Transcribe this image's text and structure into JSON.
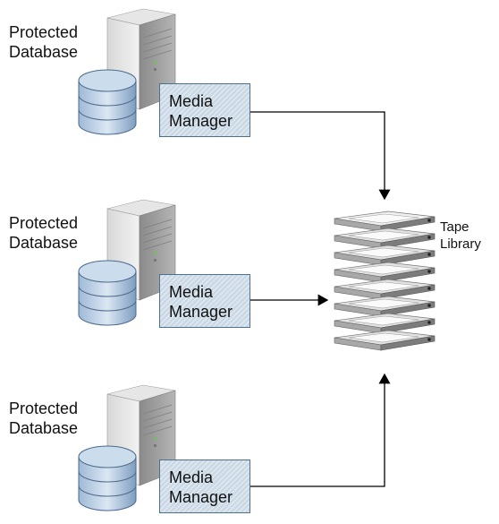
{
  "nodes": [
    {
      "label_line1": "Protected",
      "label_line2": "Database",
      "mm_line1": "Media",
      "mm_line2": "Manager"
    },
    {
      "label_line1": "Protected",
      "label_line2": "Database",
      "mm_line1": "Media",
      "mm_line2": "Manager"
    },
    {
      "label_line1": "Protected",
      "label_line2": "Database",
      "mm_line1": "Media",
      "mm_line2": "Manager"
    }
  ],
  "tape_library": {
    "line1": "Tape",
    "line2": "Library"
  },
  "icons": {
    "server": "server-tower-icon",
    "database": "database-cylinder-icon",
    "tape": "tape-library-icon"
  }
}
